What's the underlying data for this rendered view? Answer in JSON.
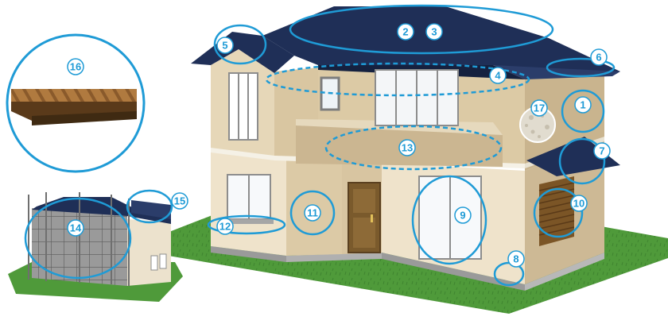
{
  "labels": {
    "n1": "1",
    "n2": "2",
    "n3": "3",
    "n4": "4",
    "n5": "5",
    "n6": "6",
    "n7": "7",
    "n8": "8",
    "n9": "9",
    "n10": "10",
    "n11": "11",
    "n12": "12",
    "n13": "13",
    "n14": "14",
    "n15": "15",
    "n16": "16",
    "n17": "17"
  },
  "colors": {
    "accent": "#1f9bd6",
    "roof": "#1f2f57",
    "wall": "#d8c7a6",
    "wall_light": "#ece2cd",
    "lawn": "#4f9a3a",
    "door": "#7a5a2c"
  }
}
